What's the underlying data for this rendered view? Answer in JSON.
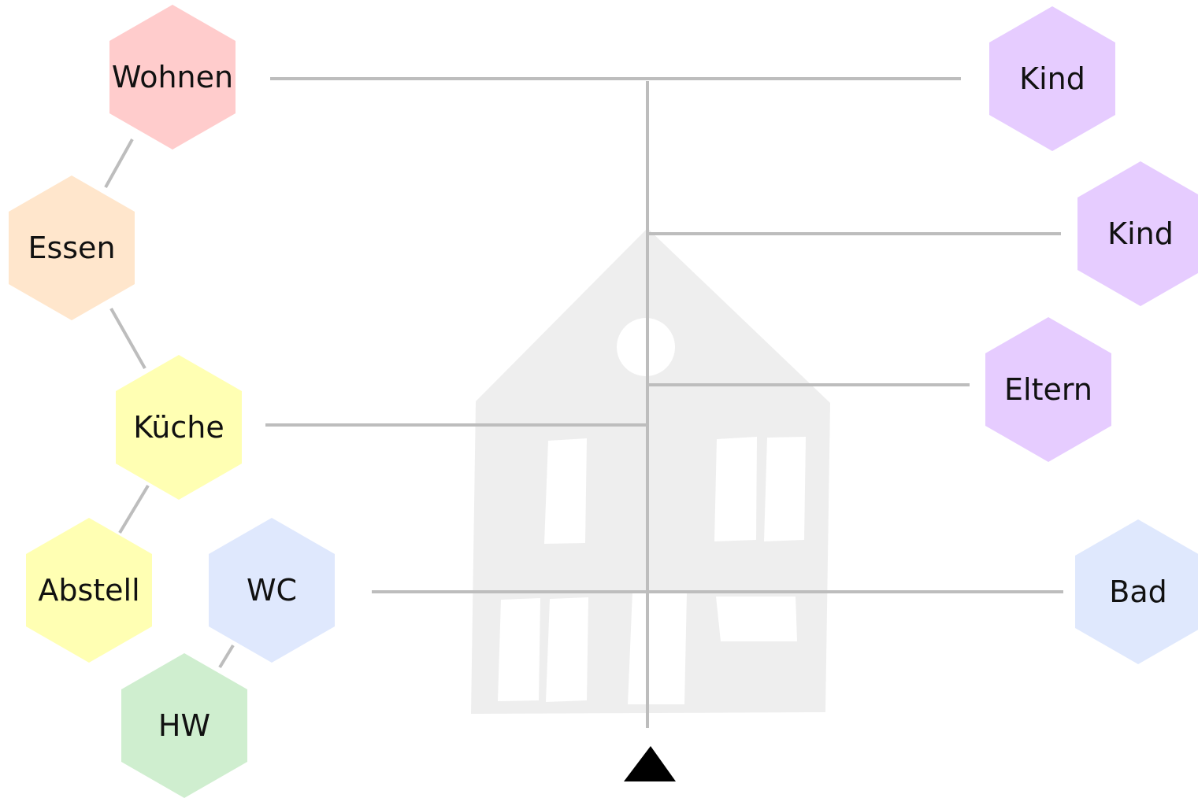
{
  "rooms": {
    "wohnen": {
      "label": "Wohnen",
      "color": "#ffcccc"
    },
    "essen": {
      "label": "Essen",
      "color": "#ffe6cc"
    },
    "kueche": {
      "label": "Küche",
      "color": "#ffffb3"
    },
    "abstell": {
      "label": "Abstell",
      "color": "#ffffb3"
    },
    "wc": {
      "label": "WC",
      "color": "#dfe8fd"
    },
    "hw": {
      "label": "HW",
      "color": "#cfeecf"
    },
    "kind1": {
      "label": "Kind",
      "color": "#e6ccff"
    },
    "kind2": {
      "label": "Kind",
      "color": "#e6ccff"
    },
    "eltern": {
      "label": "Eltern",
      "color": "#e6ccff"
    },
    "bad": {
      "label": "Bad",
      "color": "#dfe8fd"
    }
  },
  "colors": {
    "line": "#bdbdbd",
    "house": "#eeeeee",
    "window": "#ffffff",
    "entrance_marker": "#000000"
  },
  "icons": {
    "house": "house-silhouette-icon",
    "entrance": "entrance-triangle-icon"
  }
}
